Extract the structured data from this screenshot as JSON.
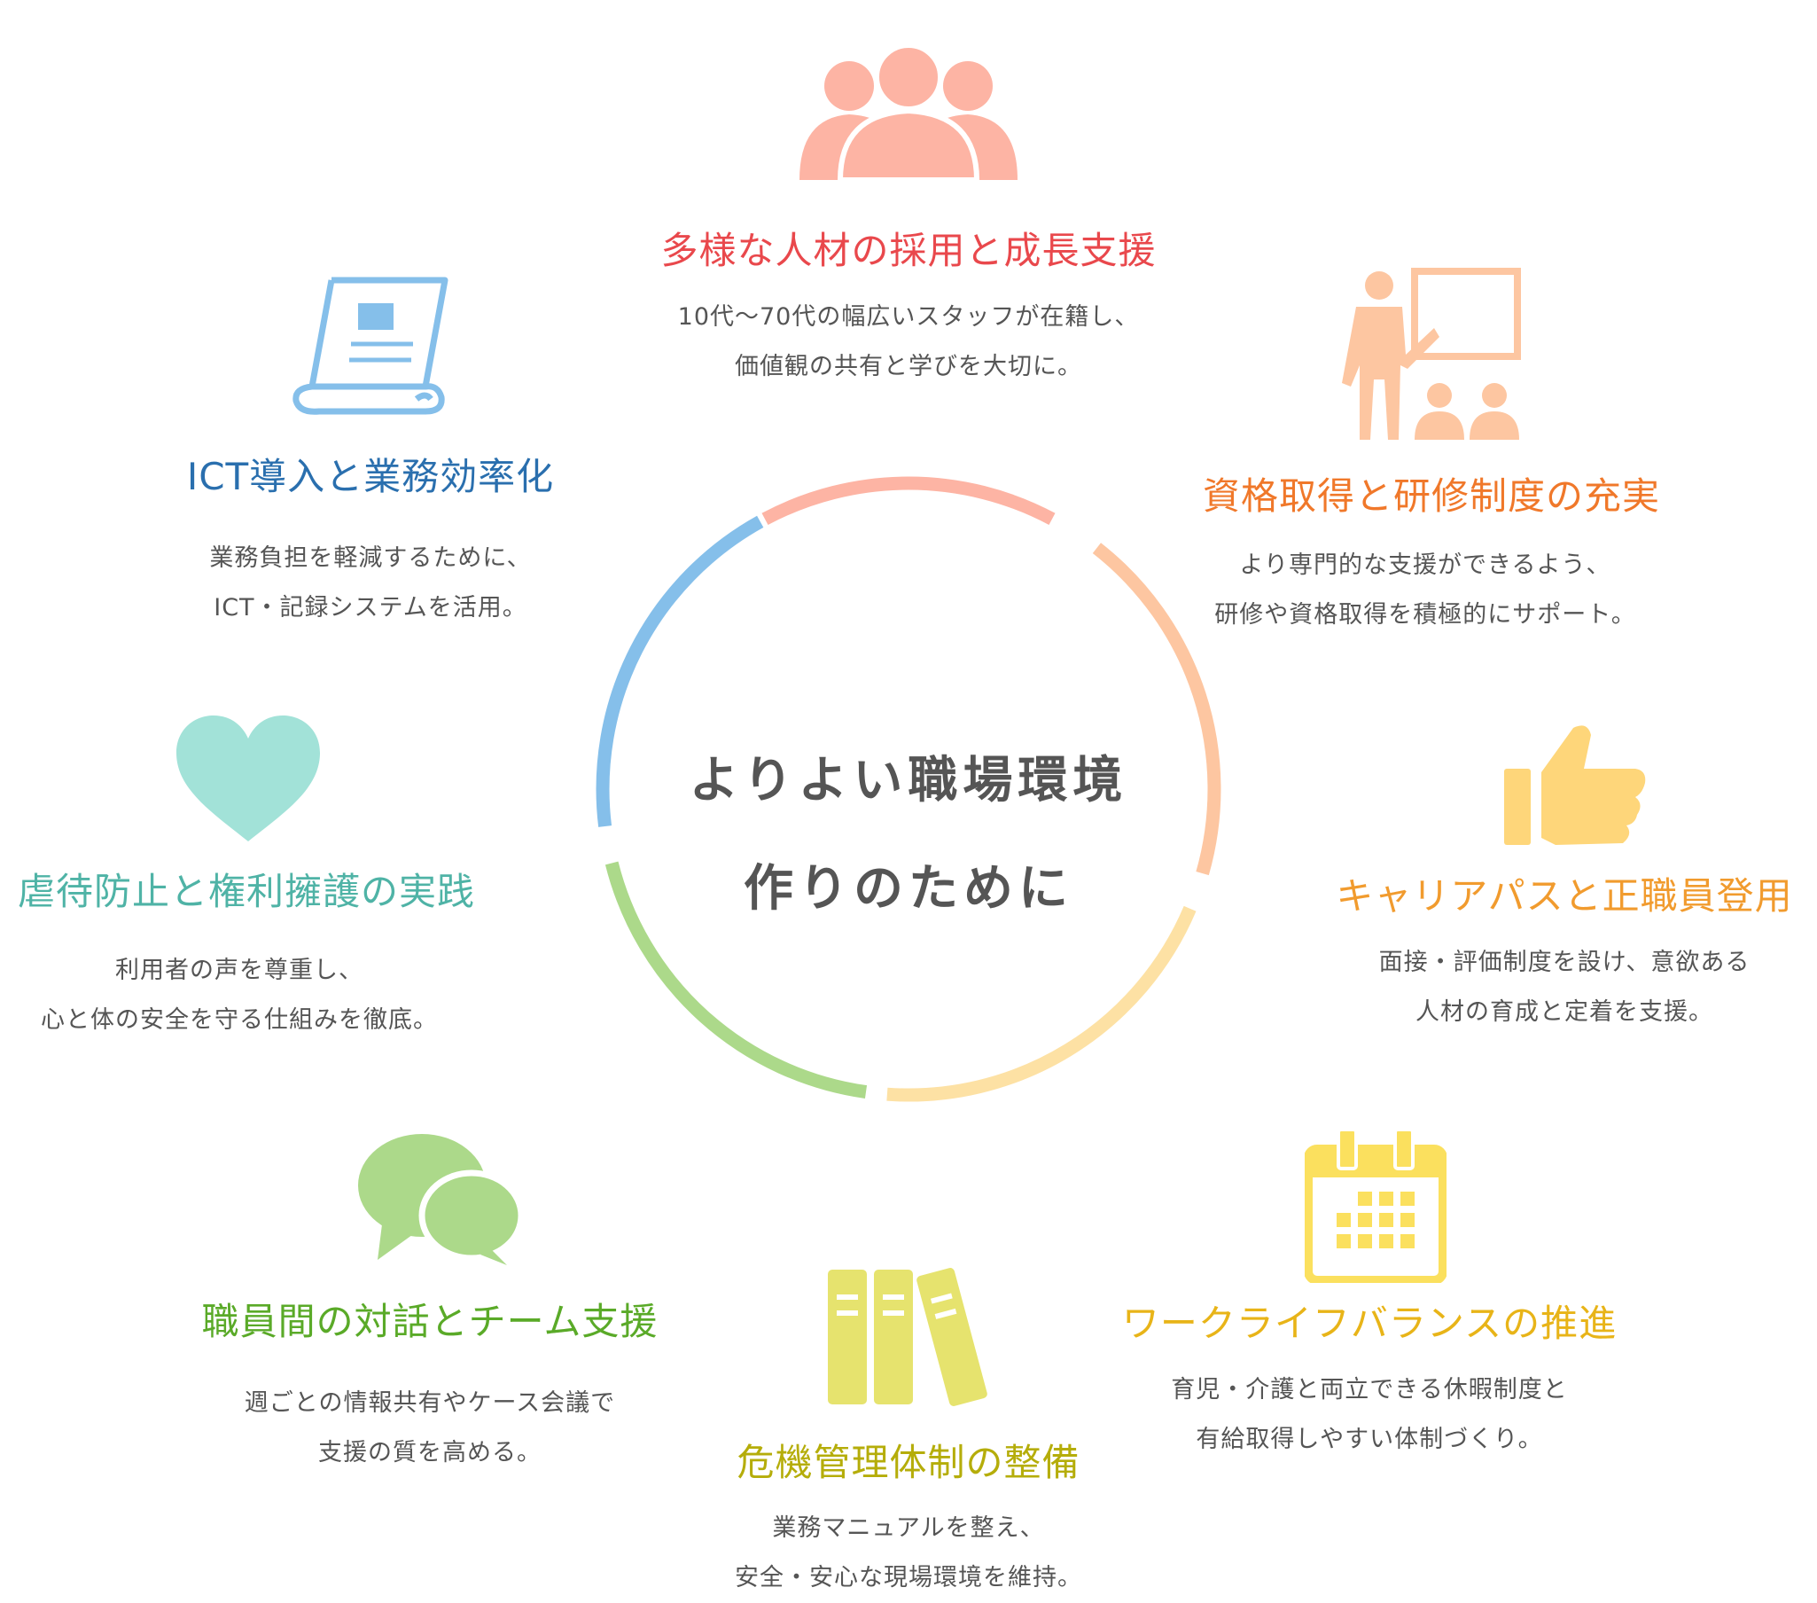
{
  "center": {
    "line1": "よりよい職場環境",
    "line2": "作りのために"
  },
  "items": [
    {
      "title": "多様な人材の採用と成長支援",
      "desc1": "10代〜70代の幅広いスタッフが在籍し、",
      "desc2": "価値観の共有と学びを大切に。",
      "icon": "people-group-icon",
      "color": "#e9484c"
    },
    {
      "title": "資格取得と研修制度の充実",
      "desc1": "より専門的な支援ができるよう、",
      "desc2": "研修や資格取得を積極的にサポート。",
      "icon": "presentation-icon",
      "color": "#f0782a"
    },
    {
      "title": "キャリアパスと正職員登用",
      "desc1": "面接・評価制度を設け、意欲ある",
      "desc2": "人材の育成と定着を支援。",
      "icon": "thumbs-up-icon",
      "color": "#f19b2e"
    },
    {
      "title": "ワークライフバランスの推進",
      "desc1": "育児・介護と両立できる休暇制度と",
      "desc2": "有給取得しやすい体制づくり。",
      "icon": "calendar-icon",
      "color": "#e8b418"
    },
    {
      "title": "危機管理体制の整備",
      "desc1": "業務マニュアルを整え、",
      "desc2": "安全・安心な現場環境を維持。",
      "icon": "binders-icon",
      "color": "#b5ad0a"
    },
    {
      "title": "職員間の対話とチーム支援",
      "desc1": "週ごとの情報共有やケース会議で",
      "desc2": "支援の質を高める。",
      "icon": "speech-bubbles-icon",
      "color": "#5aaa28"
    },
    {
      "title": "虐待防止と権利擁護の実践",
      "desc1": "利用者の声を尊重し、",
      "desc2": "心と体の安全を守る仕組みを徹底。",
      "icon": "heart-icon",
      "color": "#4fb3a6"
    },
    {
      "title": "ICT導入と業務効率化",
      "desc1": "業務負担を軽減するために、",
      "desc2": "ICT・記録システムを活用。",
      "icon": "document-scroll-icon",
      "color": "#2a6fae"
    }
  ],
  "ring_colors": [
    "#fdb4a4",
    "#fdc6a1",
    "#fde1a4",
    "#acd98a",
    "#85bfea"
  ]
}
